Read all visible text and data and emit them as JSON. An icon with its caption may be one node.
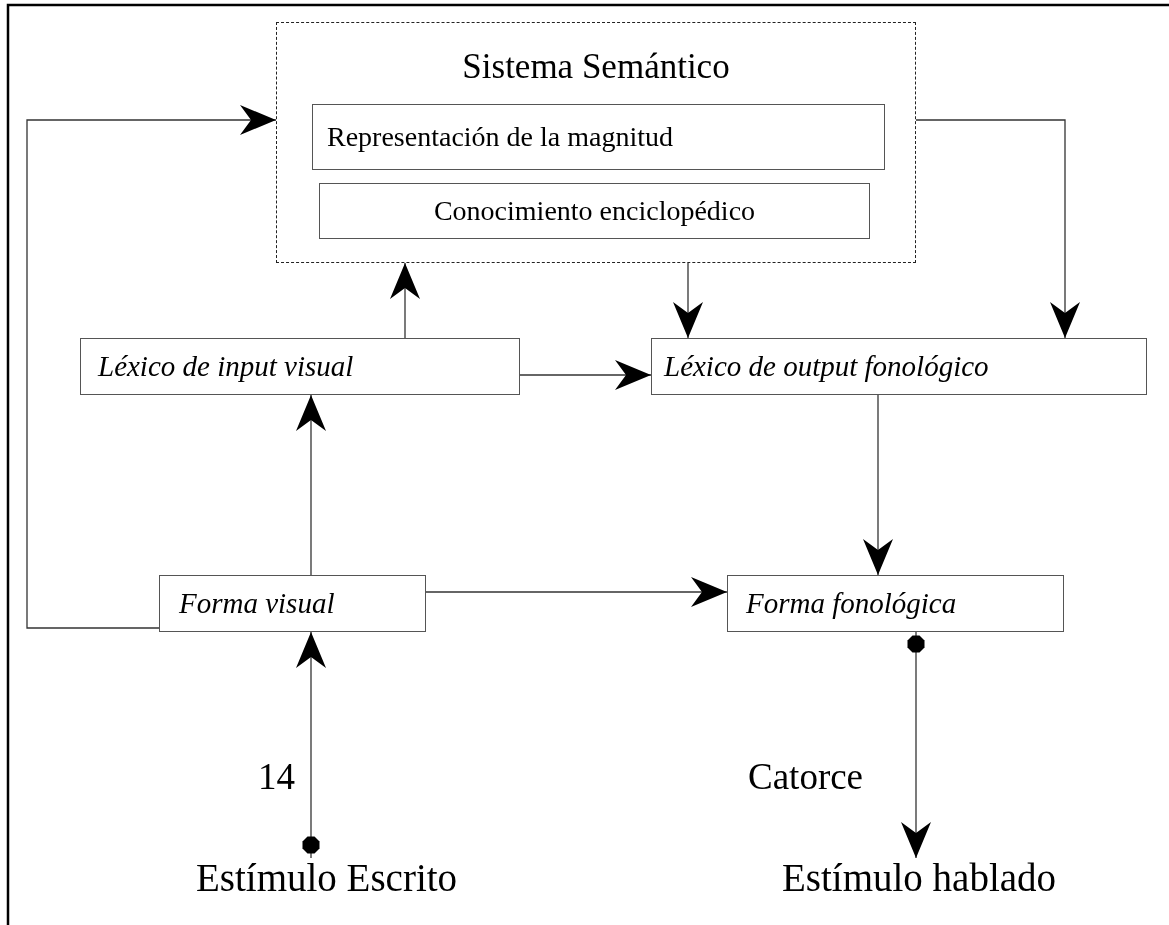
{
  "diagram": {
    "nodes": [
      {
        "text": [
          "Sistema Semántico"
        ]
      },
      {
        "text": [
          "Representación de la magnitud"
        ],
        "in": 0
      },
      {
        "text": [
          "Conocimiento enciclopédico"
        ],
        "in": 0
      },
      {
        "text": [
          "Léxico de input visual"
        ]
      },
      {
        "text": [
          "Léxico de output fonológico"
        ]
      },
      {
        "text": [
          "Forma visual"
        ]
      },
      {
        "text": [
          "Forma fonológica"
        ]
      },
      {
        "text": [
          "Estímulo Escrito"
        ]
      },
      {
        "text": [
          "Estímulo hablado"
        ]
      }
    ],
    "edges": [
      {
        "from": 7,
        "to": 5,
        "arrow": "to",
        "label": "14"
      },
      {
        "from": 5,
        "to": 3,
        "arrow": "to"
      },
      {
        "from": 3,
        "to": 0,
        "arrow": "to"
      },
      {
        "from": 0,
        "to": 4,
        "arrow": "to"
      },
      {
        "from": 0,
        "to": 4,
        "arrow": "to"
      },
      {
        "from": 3,
        "to": 4,
        "arrow": "to"
      },
      {
        "from": 4,
        "to": 6,
        "arrow": "to"
      },
      {
        "from": 5,
        "to": 6,
        "arrow": "to"
      },
      {
        "from": 5,
        "to": 0,
        "arrow": "to"
      },
      {
        "from": 6,
        "to": 8,
        "arrow": "to",
        "label": "Catorce"
      }
    ]
  }
}
